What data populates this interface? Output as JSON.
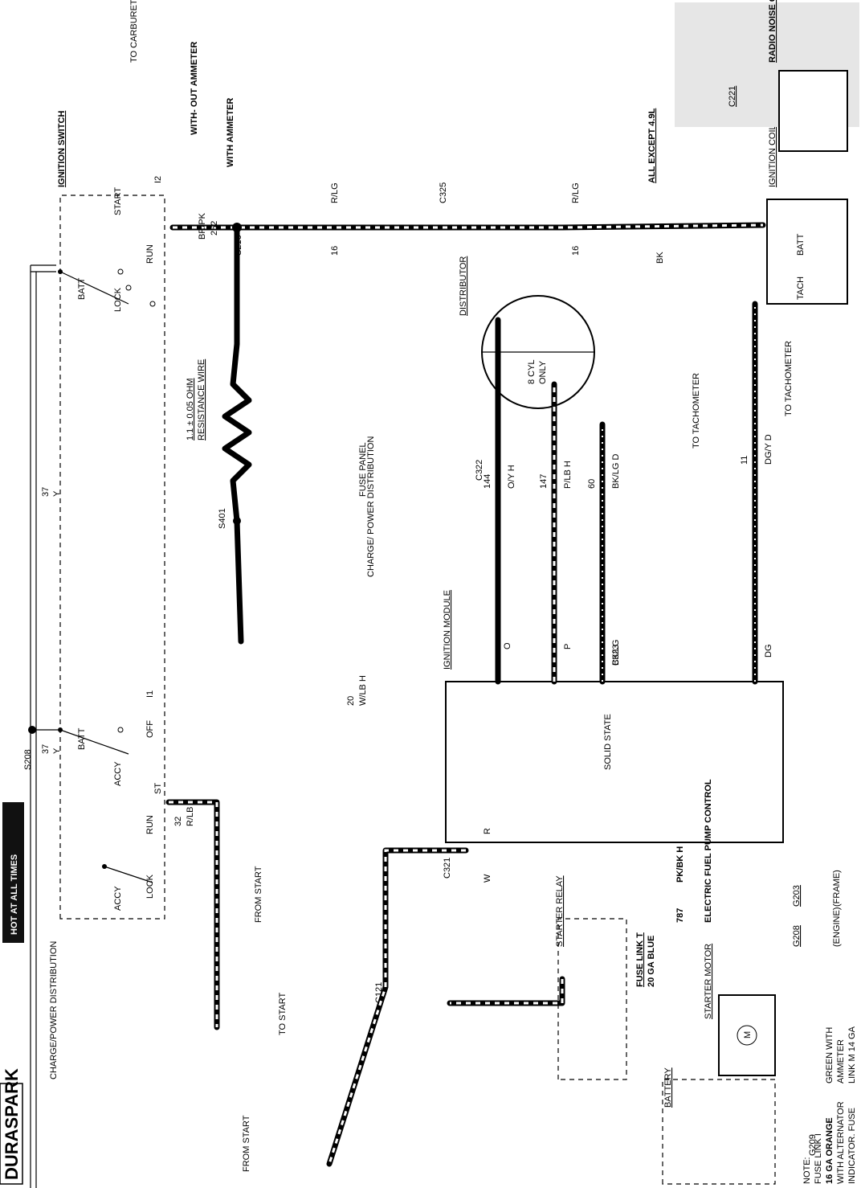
{
  "title": {
    "main": "DURASPARK",
    "subtitle": "CHARGE/POWER DISTRIBUTION",
    "hot_banner": "HOT AT ALL TIMES"
  },
  "note": {
    "lines": [
      "NOTE:",
      "FUSE LINK I",
      "16 GA ORANGE",
      "WITH ALTERNATOR",
      "INDICATOR. FUSE",
      "LINK M 14 GA",
      "GREEN WITH",
      "AMMETER"
    ]
  },
  "ignition_switch": {
    "label": "IGNITION SWITCH",
    "positions": [
      "ACCY",
      "LOCK",
      "OFF",
      "RUN",
      "START",
      "BATT"
    ],
    "terminals": [
      "I2",
      "I1",
      "ST"
    ]
  },
  "components": {
    "distributor": "DISTRIBUTOR",
    "ignition_module": "IGNITION MODULE",
    "solid_state": "SOLID STATE",
    "ignition_coil": "IGNITION COIL",
    "coil_batt": "BATT",
    "coil_tach": "TACH",
    "radio_capacitor": "RADIO NOISE CAPACITOR",
    "all_except": "ALL EXCEPT 4.9L",
    "starter_relay": "STARTER RELAY",
    "starter_motor": "STARTER MOTOR",
    "starter_motor_symbol": "M",
    "battery": "BATTERY",
    "fuse_link_t": "FUSE LINK T",
    "fuse_link_t_spec": "20 GA BLUE",
    "resistance_wire": "1.1 ± 0.05 OHM",
    "resistance_wire_2": "RESISTANCE WIRE",
    "eight_cyl": "8 CYL",
    "eight_cyl_2": "ONLY",
    "fuel_pump": "ELECTRIC FUEL PUMP CONTROL",
    "fuel_pump_wire": "787",
    "fuel_pump_color": "PK/BK H"
  },
  "destinations": {
    "carb": "TO CARBURETOR CONTROL",
    "fuse_panel": "FUSE PANEL",
    "charge_power": "CHARGE/ POWER DISTRIBUTION",
    "tach1": "TO TACHOMETER",
    "tach2": "TO TACHOMETER",
    "from_start_1": "FROM START",
    "from_start_2": "FROM START",
    "to_start": "TO START",
    "with_ammeter": "WITH AMMETER",
    "without_ammeter": "WITH- OUT AMMETER"
  },
  "connectors": [
    "S208",
    "S216",
    "S401",
    "C325",
    "C322",
    "C323",
    "C321",
    "C121",
    "C221",
    "G203",
    "G208",
    "G209"
  ],
  "ground_notes": {
    "g208": "(ENGINE)",
    "g209": "(FRAME)"
  },
  "wire_labels": {
    "w37": "37",
    "y": "Y",
    "w16": "16",
    "rlg": "R/LG",
    "brpk": "BR/PK",
    "w262": "262",
    "w20": "20",
    "wlbh": "W/LB H",
    "w32": "32",
    "rlb": "R/LB",
    "r": "R",
    "w": "W",
    "w144": "144",
    "oyh": "O/Y H",
    "w147": "147",
    "plbh": "P/LB H",
    "w60": "60",
    "bklgd": "BK/LG D",
    "w11": "11",
    "dgyd": "DG/Y D",
    "o": "O",
    "p": "P",
    "bklg": "BK/LG",
    "dg": "DG",
    "bk": "BK"
  },
  "colors": {
    "wire": "#000000",
    "background": "#ffffff",
    "shade": "#e6e6e6"
  }
}
